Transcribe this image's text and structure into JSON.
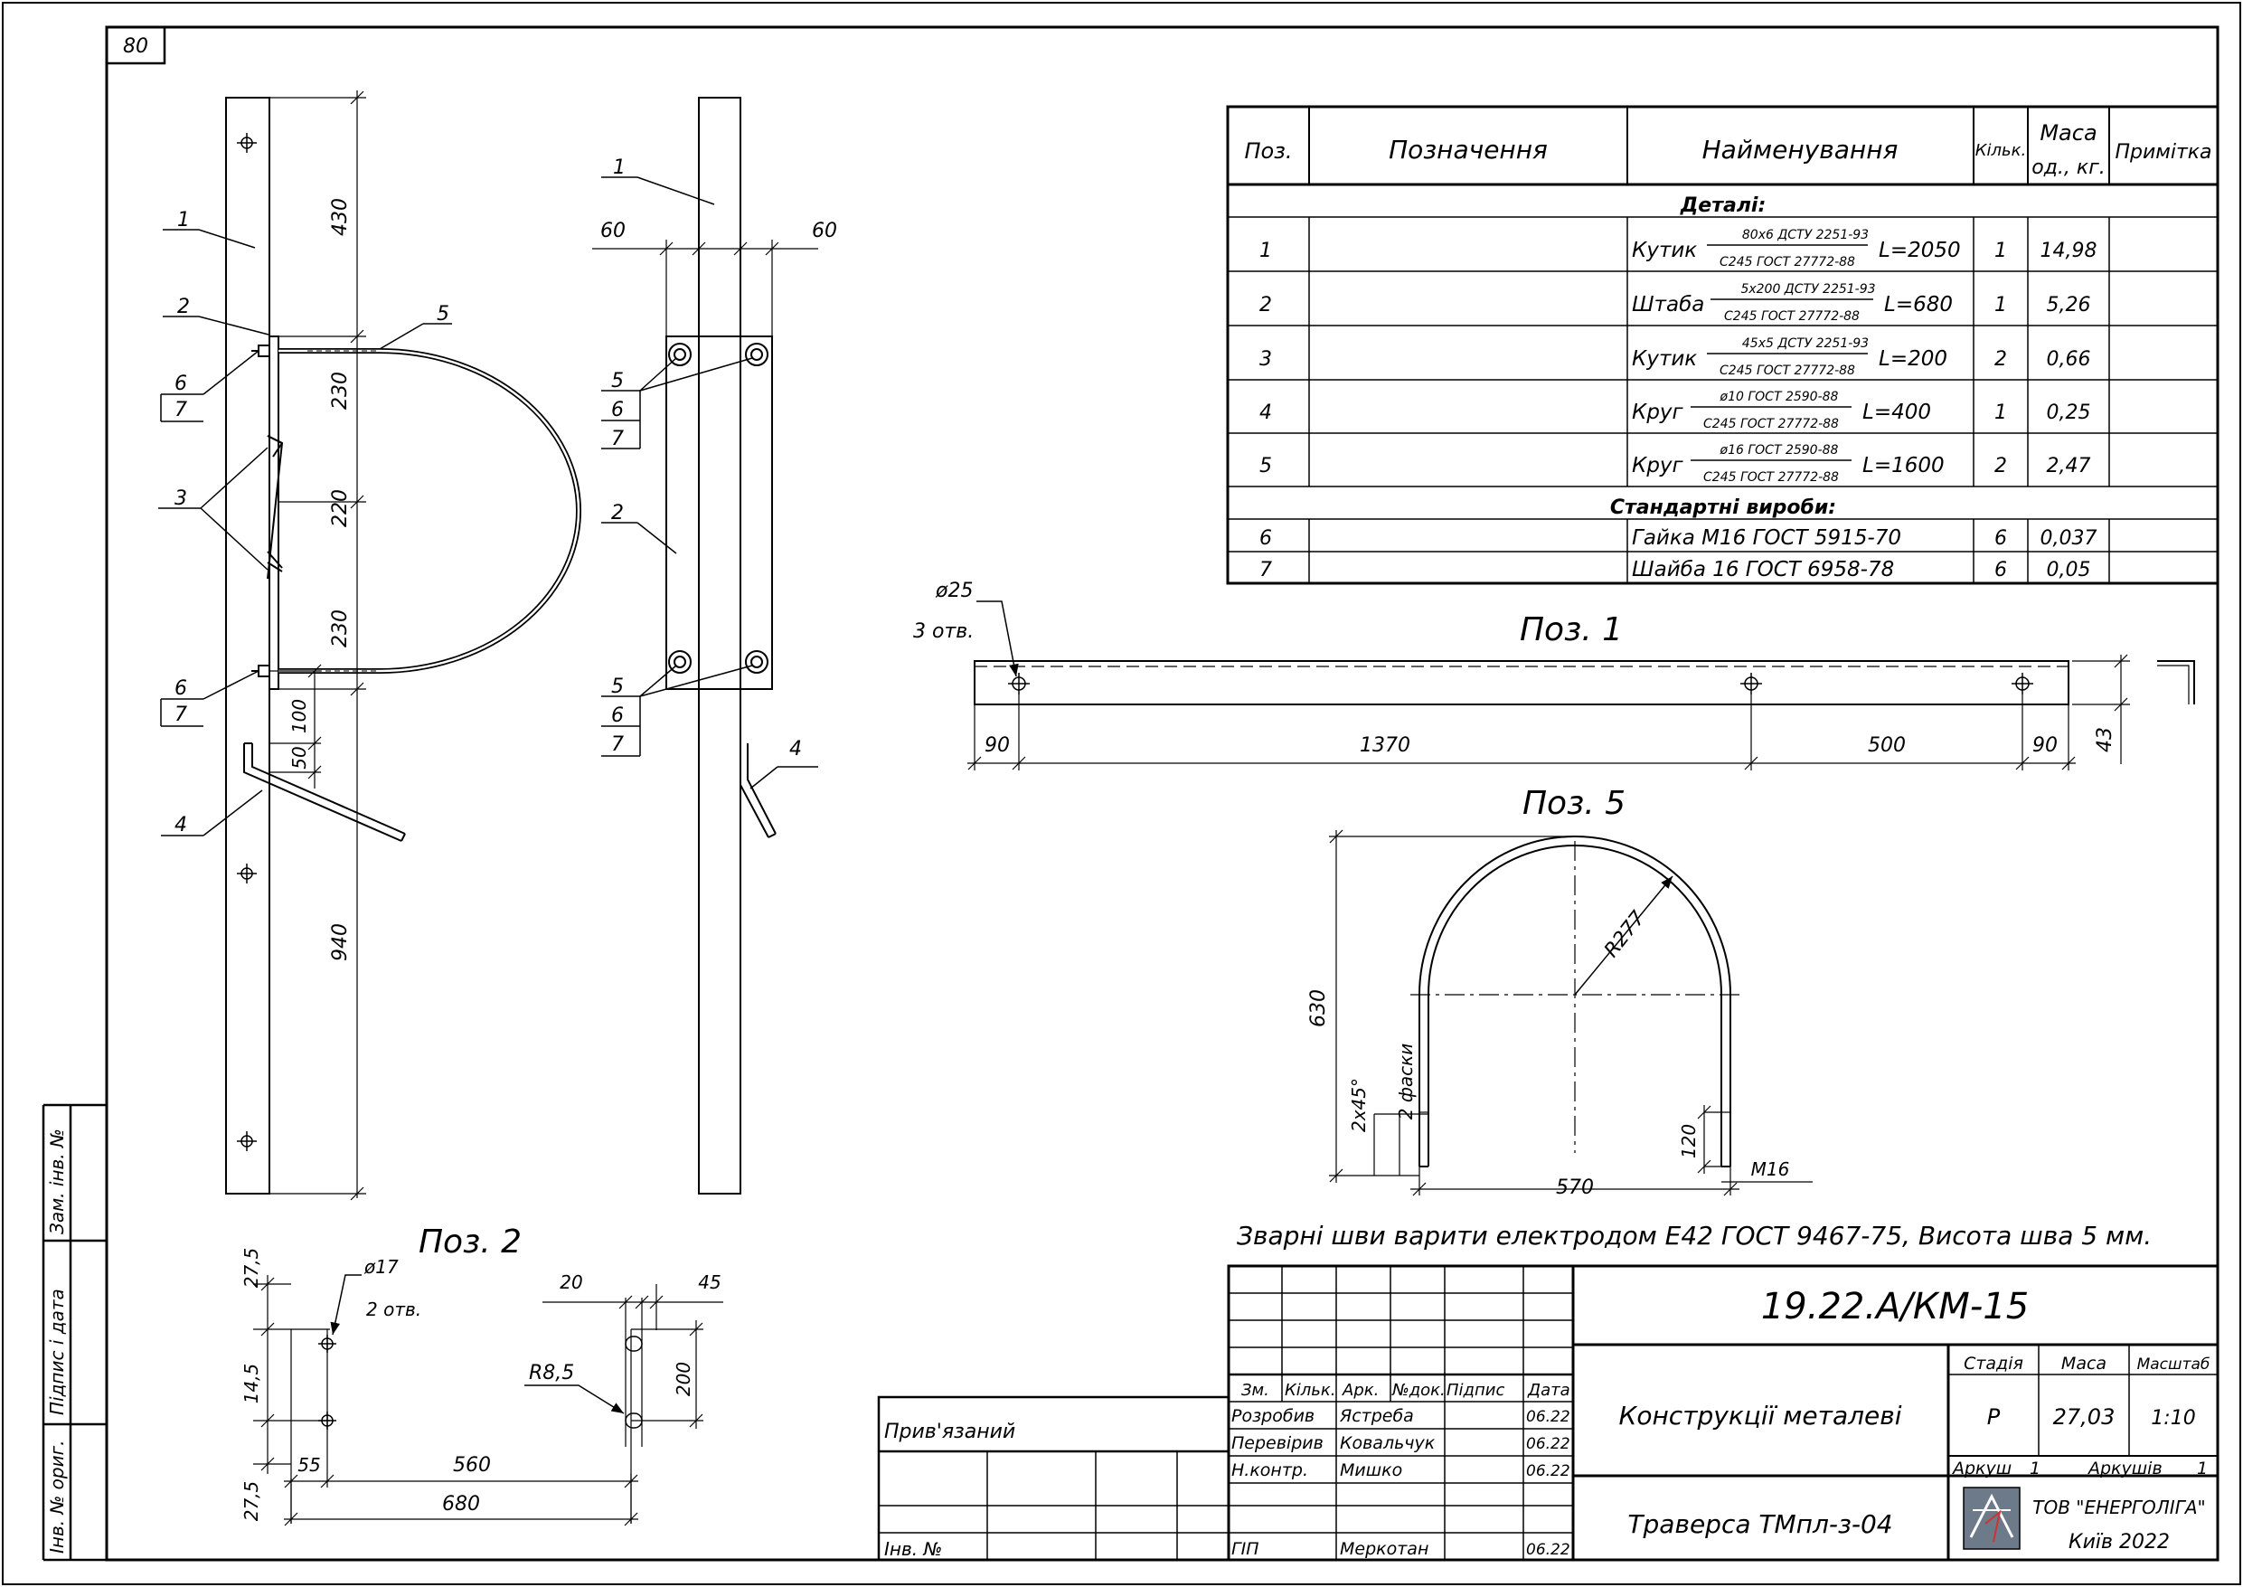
{
  "sheet": {
    "corner_number": "80"
  },
  "spec_table": {
    "headers": {
      "pos": "Поз.",
      "designation": "Позначення",
      "name": "Найменування",
      "qty": "Кільк.",
      "mass1": "Маса",
      "mass2": "од., кг.",
      "note": "Примітка"
    },
    "section_details": "Деталі:",
    "section_standard": "Стандартні вироби:",
    "rows": [
      {
        "pos": "1",
        "name": "Кутик",
        "frac_top": "80х6 ДСТУ 2251-93",
        "frac_bottom": "C245 ГОСТ 27772-88",
        "length": "L=2050",
        "qty": "1",
        "mass": "14,98"
      },
      {
        "pos": "2",
        "name": "Штаба",
        "frac_top": "5х200 ДСТУ 2251-93",
        "frac_bottom": "C245 ГОСТ 27772-88",
        "length": "L=680",
        "qty": "1",
        "mass": "5,26"
      },
      {
        "pos": "3",
        "name": "Кутик",
        "frac_top": "45х5 ДСТУ 2251-93",
        "frac_bottom": "C245 ГОСТ 27772-88",
        "length": "L=200",
        "qty": "2",
        "mass": "0,66"
      },
      {
        "pos": "4",
        "name": "Круг",
        "frac_top": "ø10 ГОСТ 2590-88",
        "frac_bottom": "C245 ГОСТ 27772-88",
        "length": "L=400",
        "qty": "1",
        "mass": "0,25"
      },
      {
        "pos": "5",
        "name": "Круг",
        "frac_top": "ø16 ГОСТ 2590-88",
        "frac_bottom": "C245 ГОСТ 27772-88",
        "length": "L=1600",
        "qty": "2",
        "mass": "2,47"
      }
    ],
    "std_rows": [
      {
        "pos": "6",
        "name": "Гайка М16 ГОСТ 5915-70",
        "qty": "6",
        "mass": "0,037"
      },
      {
        "pos": "7",
        "name": "Шайба 16 ГОСТ 6958-78",
        "qty": "6",
        "mass": "0,05"
      }
    ]
  },
  "front_view": {
    "dims": {
      "d430": "430",
      "d230a": "230",
      "d220": "220",
      "d230b": "230",
      "d100": "100",
      "d50": "50",
      "d940": "940"
    },
    "leaders": {
      "p1": "1",
      "p2": "2",
      "p5": "5",
      "p6a": "6",
      "p7a": "7",
      "p3": "3",
      "p6b": "6",
      "p7b": "7",
      "p4": "4"
    }
  },
  "side_view": {
    "dims": {
      "d60a": "60",
      "d60b": "60"
    },
    "leaders": {
      "p1": "1",
      "p5a": "5",
      "p6a": "6",
      "p7a": "7",
      "p2": "2",
      "p5b": "5",
      "p6b": "6",
      "p7b": "7",
      "p4": "4"
    }
  },
  "pos1": {
    "title": "Поз. 1",
    "hole_dia": "ø25",
    "hole_count": "3 отв.",
    "dims": {
      "d90a": "90",
      "d1370": "1370",
      "d500": "500",
      "d90b": "90",
      "d43": "43"
    }
  },
  "pos5": {
    "title": "Поз. 5",
    "radius": "R277",
    "dims": {
      "d630": "630",
      "d570": "570",
      "d120": "120",
      "thread": "M16",
      "chamfer": "2х45°",
      "chamfer_note": "2 фаски"
    }
  },
  "pos2": {
    "title": "Поз. 2",
    "hole_dia": "ø17",
    "hole_count": "2 отв.",
    "slot_r": "R8,5",
    "dims": {
      "d275a": "27,5",
      "d145": "14,5",
      "d275b": "27,5",
      "d20": "20",
      "d45": "45",
      "d200": "200",
      "d55": "55",
      "d560": "560",
      "d680": "680"
    }
  },
  "note": "Зварні шви варити електродом Е42 ГОСТ 9467-75, Висота шва 5 мм.",
  "side_stamp": {
    "s1": "Зам. інв. №",
    "s2": "Підпис і дата",
    "s3": "Інв. № ориг."
  },
  "bind_block": {
    "title": "Прив'язаний",
    "inv": "Інв. №"
  },
  "title_block": {
    "doc_code": "19.22.А/КМ-15",
    "section": "Конструкції металеві",
    "object": "Траверса ТМпл-з-04",
    "stage_label": "Стадія",
    "mass_label": "Маса",
    "scale_label": "Масштаб",
    "stage": "Р",
    "mass": "27,03",
    "scale": "1:10",
    "sheet_label": "Аркуш",
    "sheet": "1",
    "sheets_label": "Аркушів",
    "sheets": "1",
    "company": "ТОВ \"ЕНЕРГОЛІГА\"",
    "city_year": "Київ 2022",
    "col_headers": {
      "zm": "Зм.",
      "kilk": "Кільк.",
      "ark": "Арк.",
      "ndok": "№док.",
      "pidpys": "Підпис",
      "data": "Дата"
    },
    "people": [
      {
        "role": "Розробив",
        "name": "Ястреба",
        "date": "06.22"
      },
      {
        "role": "Перевірив",
        "name": "Ковальчук",
        "date": "06.22"
      },
      {
        "role": "Н.контр.",
        "name": "Мишко",
        "date": "06.22"
      },
      {
        "role": "ГІП",
        "name": "Меркотан",
        "date": "06.22"
      }
    ]
  }
}
